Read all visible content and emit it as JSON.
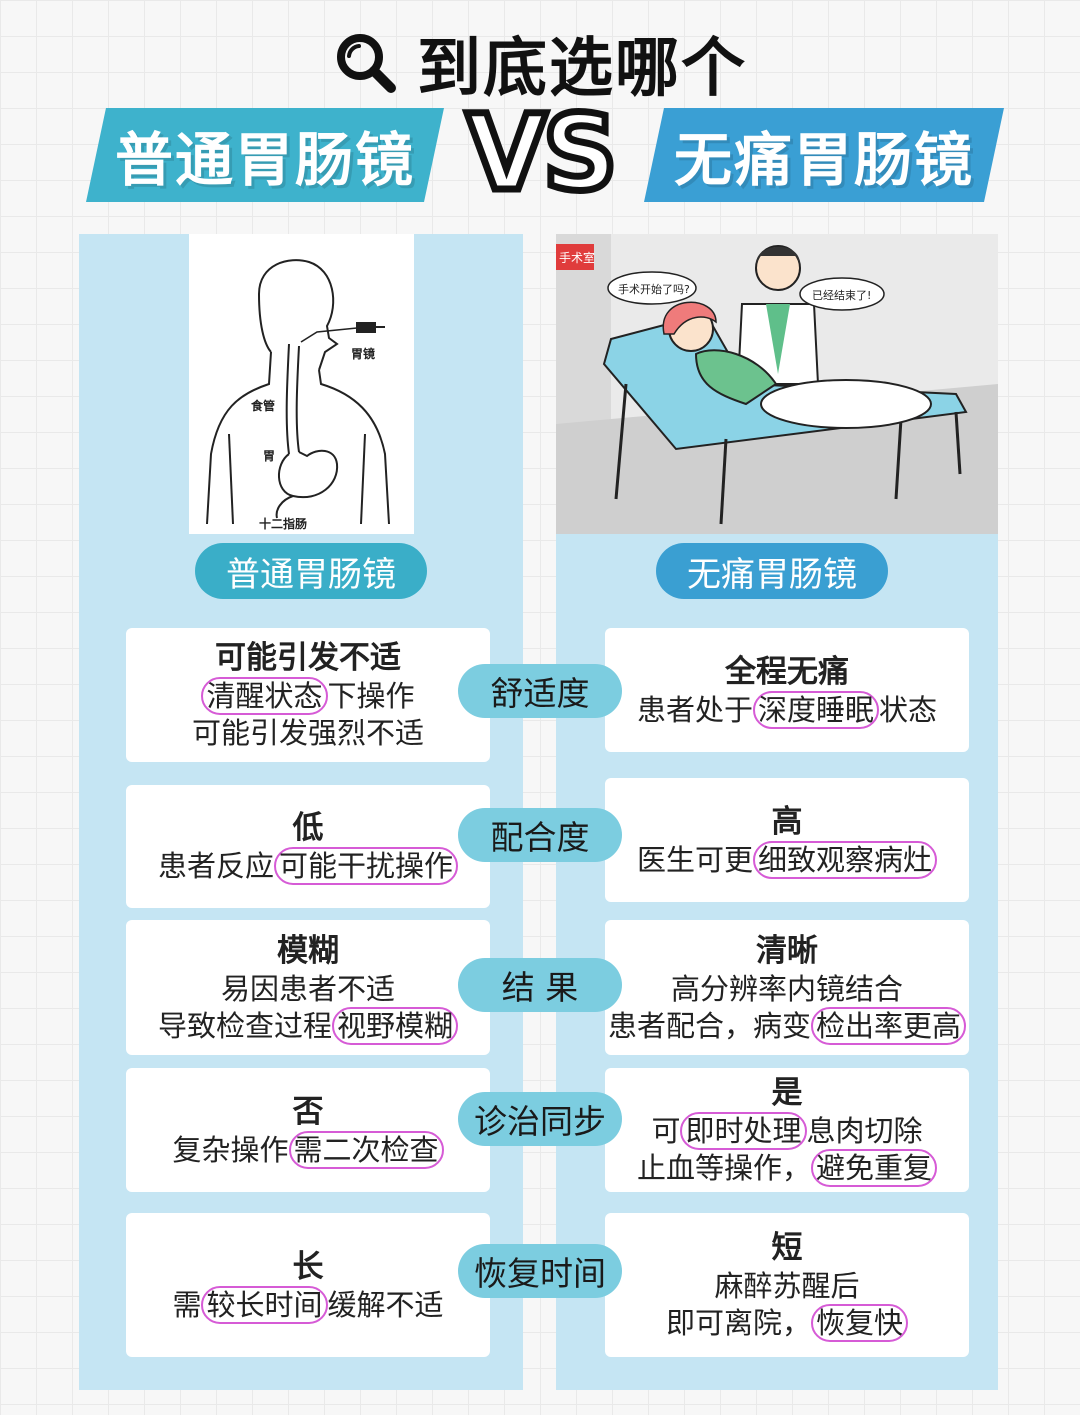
{
  "title": "到底选哪个",
  "banner_left": "普通胃肠镜",
  "banner_right": "无痛胃肠镜",
  "vs": "VS",
  "pill_left": "普通胃肠镜",
  "pill_right": "无痛胃肠镜",
  "illustration_left": {
    "labels": [
      "胃镜",
      "食管",
      "胃",
      "十二指肠"
    ]
  },
  "illustration_right": {
    "sign": "手术室",
    "bubble_patient": "手术开始了吗?",
    "bubble_doctor": "已经结束了!"
  },
  "rows": [
    {
      "category": "舒适度",
      "left": {
        "head": "可能引发不适",
        "l1_pre": "",
        "l1_hl": "清醒状态",
        "l1_post": "下操作",
        "l2": "可能引发强烈不适"
      },
      "right": {
        "head": "全程无痛",
        "l1_pre": "患者处于",
        "l1_hl": "深度睡眠",
        "l1_post": "状态"
      }
    },
    {
      "category": "配合度",
      "left": {
        "head": "低",
        "l1_pre": "患者反应",
        "l1_hl": "可能干扰操作",
        "l1_post": ""
      },
      "right": {
        "head": "高",
        "l1_pre": "医生可更",
        "l1_hl": "细致观察病灶",
        "l1_post": ""
      }
    },
    {
      "category": "结 果",
      "left": {
        "head": "模糊",
        "l1": "易因患者不适",
        "l2_pre": "导致检查过程",
        "l2_hl": "视野模糊",
        "l2_post": ""
      },
      "right": {
        "head": "清晰",
        "l1": "高分辨率内镜结合",
        "l2_pre": "患者配合，病变",
        "l2_hl": "检出率更高",
        "l2_post": ""
      }
    },
    {
      "category": "诊治同步",
      "left": {
        "head": "否",
        "l1_pre": "复杂操作",
        "l1_hl": "需二次检查",
        "l1_post": ""
      },
      "right": {
        "head": "是",
        "l1_pre": "可",
        "l1_hl": "即时处理",
        "l1_post": "息肉切除",
        "l2_pre": "止血等操作，",
        "l2_hl": "避免重复",
        "l2_post": ""
      }
    },
    {
      "category": "恢复时间",
      "left": {
        "head": "长",
        "l1_pre": "需",
        "l1_hl": "较长时间",
        "l1_post": "缓解不适"
      },
      "right": {
        "head": "短",
        "l1": "麻醉苏醒后",
        "l2_pre": "即可离院，",
        "l2_hl": "恢复快",
        "l2_post": ""
      }
    }
  ]
}
